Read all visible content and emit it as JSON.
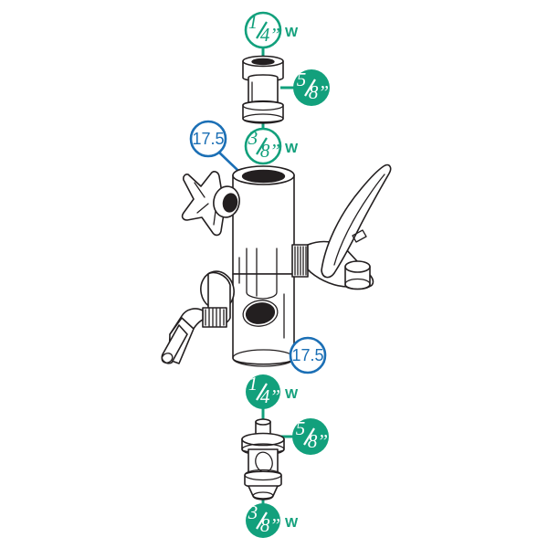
{
  "diagram": {
    "title": "Valve assembly exploded diagram",
    "background_color": "#ffffff",
    "line_color": "#231f20",
    "accent_teal": "#12a07c",
    "accent_blue": "#1b6fb5"
  },
  "callouts": [
    {
      "id": "top-quarter",
      "value": "1/4”",
      "numerator": "1",
      "denominator": "4”",
      "suffix": "W",
      "style": "outline",
      "color": "#12a07c",
      "target": "upper-sleeve-top"
    },
    {
      "id": "top-five-eighths",
      "value": "5/8”",
      "numerator": "5",
      "denominator": "8”",
      "suffix": "",
      "style": "filled",
      "color": "#12a07c",
      "target": "upper-sleeve-body"
    },
    {
      "id": "top-three-eighths",
      "value": "3/8”",
      "numerator": "3",
      "denominator": "8”",
      "suffix": "W",
      "style": "outline",
      "color": "#12a07c",
      "target": "upper-sleeve-bottom"
    },
    {
      "id": "upper-seventeen-five",
      "value": "17.5",
      "style": "outline",
      "color": "#1b6fb5",
      "target": "valve-body-upper"
    },
    {
      "id": "lower-seventeen-five",
      "value": "17.5",
      "style": "outline",
      "color": "#1b6fb5",
      "target": "valve-body-lower"
    },
    {
      "id": "bottom-quarter",
      "value": "1/4”",
      "numerator": "1",
      "denominator": "4”",
      "suffix": "W",
      "style": "filled",
      "color": "#12a07c",
      "target": "spindle-stem"
    },
    {
      "id": "bottom-five-eighths",
      "value": "5/8”",
      "numerator": "5",
      "denominator": "8”",
      "suffix": "",
      "style": "filled",
      "color": "#12a07c",
      "target": "spindle-collar"
    },
    {
      "id": "bottom-three-eighths",
      "value": "3/8”",
      "numerator": "3",
      "denominator": "8”",
      "suffix": "W",
      "style": "filled",
      "color": "#12a07c",
      "target": "spindle-base"
    }
  ],
  "parts": [
    {
      "id": "upper-sleeve",
      "name": "Upper bushing sleeve"
    },
    {
      "id": "valve-body",
      "name": "Valve body"
    },
    {
      "id": "cross-handle",
      "name": "Cross handwheel"
    },
    {
      "id": "lever-handle",
      "name": "Lever handle with outlet"
    },
    {
      "id": "side-connector",
      "name": "Side threaded connector with tube"
    },
    {
      "id": "spindle",
      "name": "Lower spindle insert"
    }
  ]
}
